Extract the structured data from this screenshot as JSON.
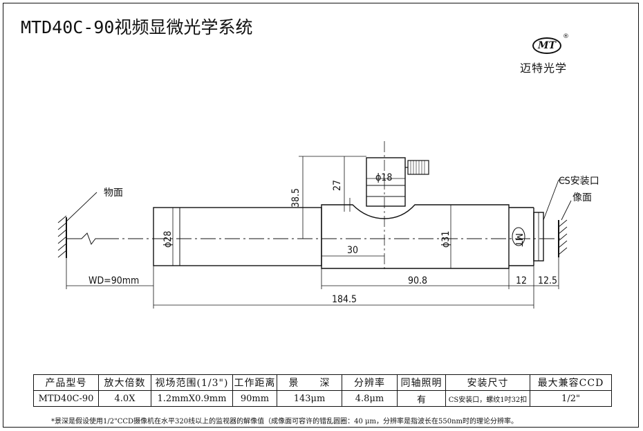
{
  "title": "MTD40C-90视频显微光学系统",
  "logo": {
    "mark": "MT",
    "reg": "®",
    "company": "迈特光学"
  },
  "drawing": {
    "labels": {
      "object_plane": "物面",
      "image_plane": "像面",
      "cs_mount": "CS安装口",
      "lens_mark": "MT"
    },
    "dimensions": {
      "d18": "ϕ18",
      "d28": "ϕ28",
      "d31": "ϕ31",
      "h27": "27",
      "h38_5": "38.5",
      "l30": "30",
      "wd": "WD=90mm",
      "l90_8": "90.8",
      "l12": "12",
      "l12_5": "12.5",
      "l184_5": "184.5"
    }
  },
  "spec_table": {
    "headers": [
      "产品型号",
      "放大倍数",
      "视场范围(1/3\")",
      "工作距离",
      "景　　深",
      "分辨率",
      "同轴照明",
      "安装尺寸",
      "最大兼容CCD"
    ],
    "row": [
      "MTD40C-90",
      "4.0X",
      "1.2mmX0.9mm",
      "90mm",
      "143μm",
      "4.8μm",
      "有",
      "CS安装口，螺纹1吋32扣",
      "1/2\""
    ]
  },
  "footnote": "*景深是假设使用1/2\"CCD摄像机在水平320线以上的监视器的解像值（成像面可容许的错乱圆圈：40 μm，分辨率是指波长在550nm时的理论分辨率。"
}
